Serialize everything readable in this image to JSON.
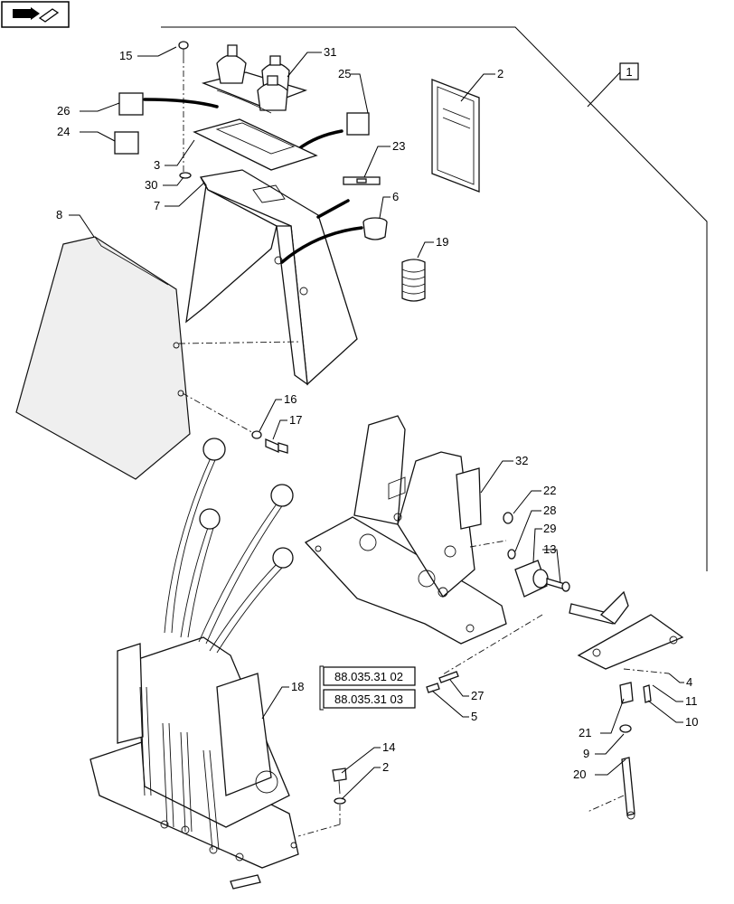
{
  "reference_codes": [
    "88.035.31 02",
    "88.035.31 03"
  ],
  "kit_label": "1",
  "callouts": [
    "15",
    "31",
    "26",
    "25",
    "2",
    "24",
    "3",
    "30",
    "23",
    "7",
    "6",
    "8",
    "19",
    "16",
    "17",
    "32",
    "22",
    "28",
    "29",
    "13",
    "18",
    "27",
    "5",
    "4",
    "11",
    "10",
    "21",
    "9",
    "20",
    "14",
    "2"
  ]
}
